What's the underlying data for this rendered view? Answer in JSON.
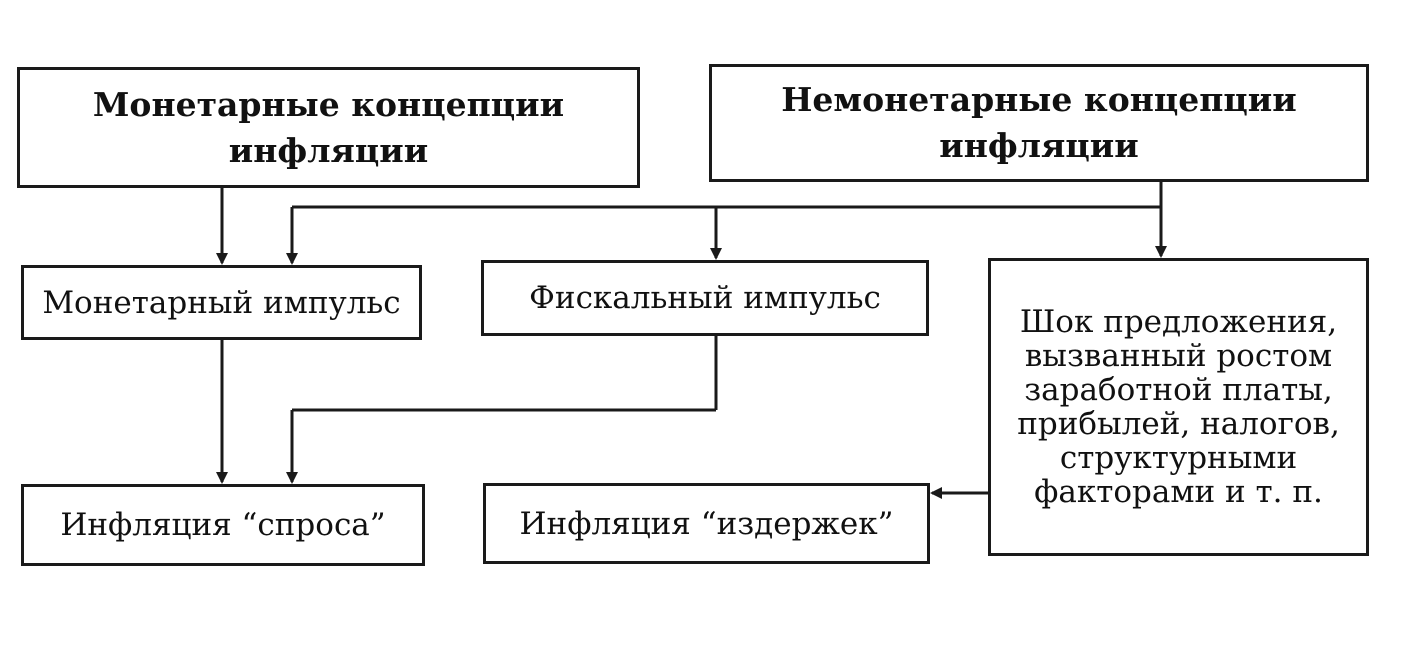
{
  "diagram": {
    "monetary_concepts": {
      "line1": "Монетарные концепции",
      "line2": "инфляции"
    },
    "nonmonetary_concepts": {
      "line1": "Немонетарные концепции",
      "line2": "инфляции"
    },
    "monetary_impulse": "Монетарный импульс",
    "fiscal_impulse": "Фискальный импульс",
    "supply_shock": {
      "lines": [
        "Шок предложения,",
        "вызванный ростом",
        "заработной платы,",
        "прибылей, налогов,",
        "структурными",
        "факторами и т. п."
      ]
    },
    "demand_inflation": "Инфляция “спроса”",
    "cost_inflation": "Инфляция “издержек”"
  }
}
